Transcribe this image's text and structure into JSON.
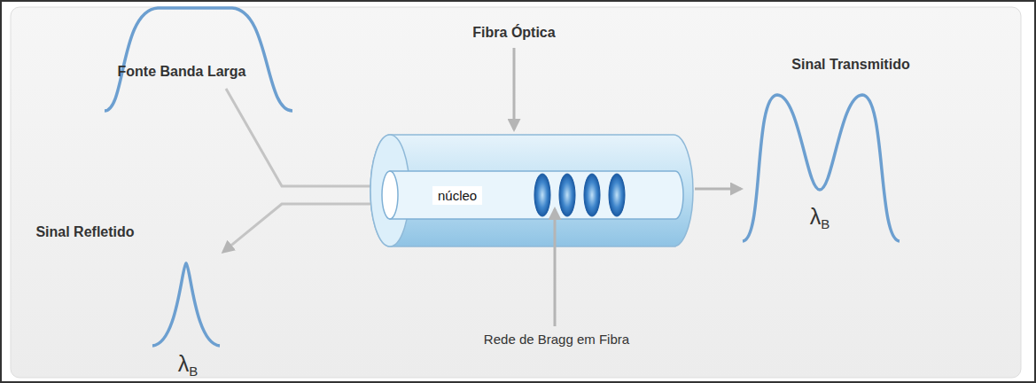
{
  "diagram": {
    "nodes": [
      {
        "text": [
          "núcleo"
        ]
      }
    ],
    "labels": [
      "Fonte Banda Larga",
      "Fibra Óptica",
      "Sinal Transmitido",
      "Sinal Refletido",
      "Rede de Bragg em Fibra",
      "λB",
      "λB"
    ]
  }
}
